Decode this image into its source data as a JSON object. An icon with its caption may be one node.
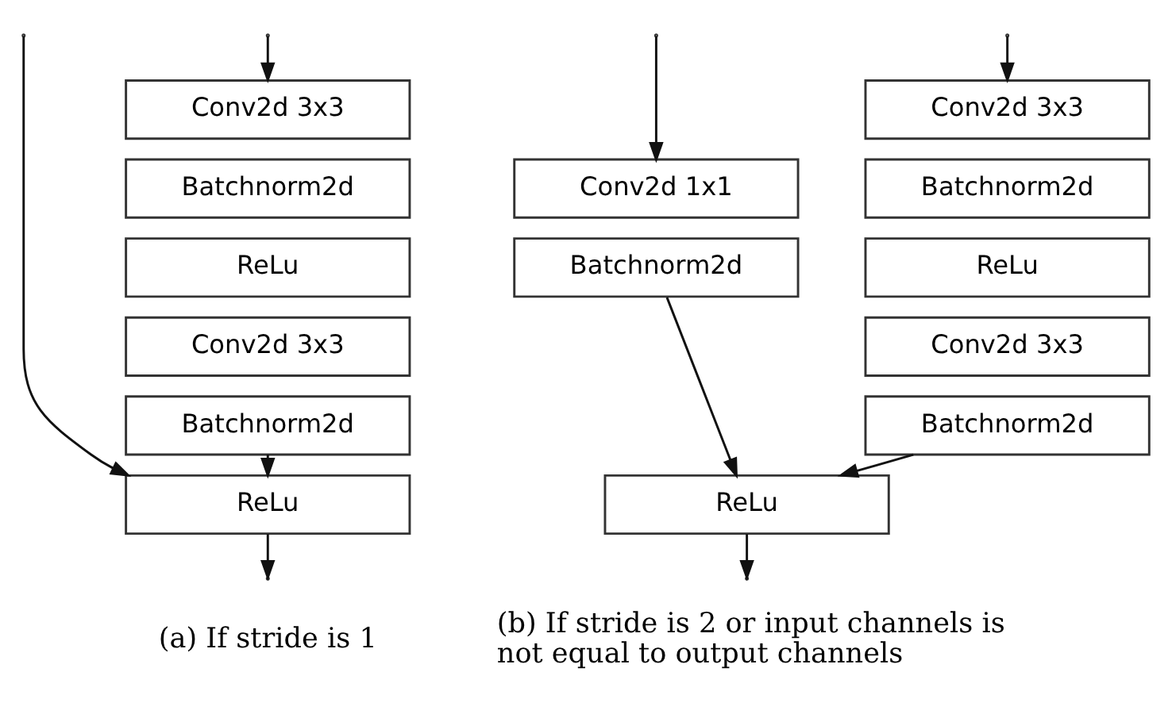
{
  "diagram": {
    "nodes": [
      {
        "text": [
          "Conv2d 3x3"
        ]
      },
      {
        "text": [
          "Batchnorm2d"
        ]
      },
      {
        "text": [
          "ReLu"
        ]
      },
      {
        "text": [
          "Conv2d 3x3"
        ]
      },
      {
        "text": [
          "Batchnorm2d"
        ]
      },
      {
        "text": [
          "ReLu"
        ]
      },
      {
        "text": [
          "Conv2d 3x3"
        ]
      },
      {
        "text": [
          "Batchnorm2d"
        ]
      },
      {
        "text": [
          "ReLu"
        ]
      },
      {
        "text": [
          "Conv2d 3x3"
        ]
      },
      {
        "text": [
          "Batchnorm2d"
        ]
      },
      {
        "text": [
          "Conv2d 1x1"
        ]
      },
      {
        "text": [
          "Batchnorm2d"
        ]
      },
      {
        "text": [
          "ReLu"
        ]
      }
    ],
    "edges": [
      {
        "from": null,
        "to": 0,
        "arrow": "to"
      },
      {
        "from": null,
        "to": 5,
        "arrow": "to"
      },
      {
        "from": 4,
        "to": 5,
        "arrow": "to"
      },
      {
        "from": 5,
        "to": null,
        "arrow": "to"
      },
      {
        "from": null,
        "to": 6,
        "arrow": "to"
      },
      {
        "from": null,
        "to": 11,
        "arrow": "to"
      },
      {
        "from": 10,
        "to": 13,
        "arrow": "to"
      },
      {
        "from": 12,
        "to": 13,
        "arrow": "to"
      },
      {
        "from": 13,
        "to": null,
        "arrow": "to"
      }
    ],
    "labels": [
      "(a) If stride is 1",
      "(b) If stride is 2 or input channels is not equal to output channels"
    ]
  }
}
